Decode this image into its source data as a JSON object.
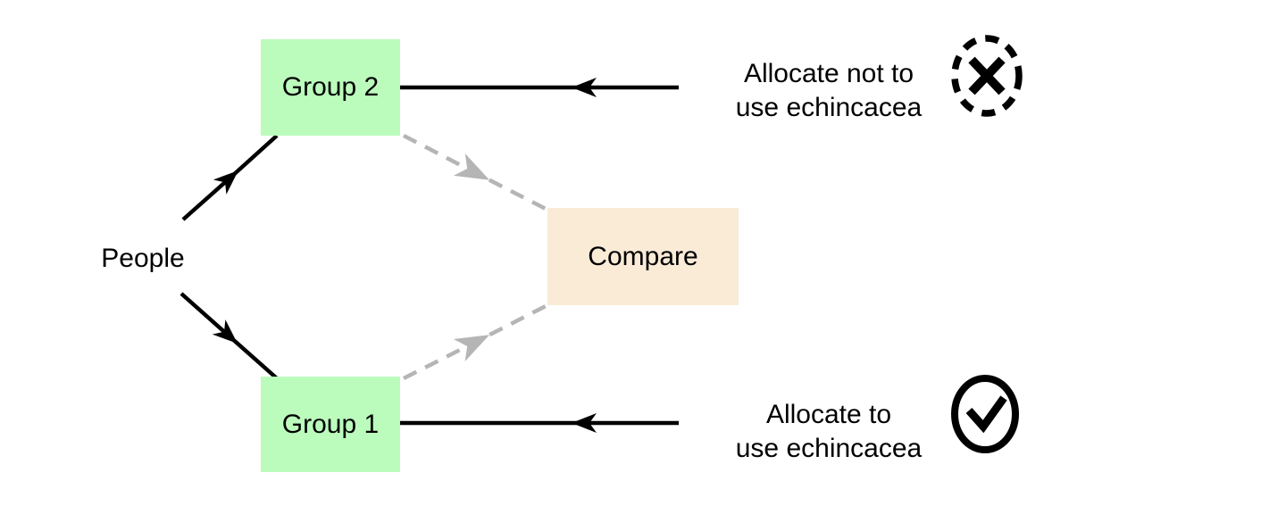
{
  "diagram": {
    "nodes": {
      "people": {
        "label": "People"
      },
      "group2": {
        "label": "Group 2"
      },
      "group1": {
        "label": "Group 1"
      },
      "compare": {
        "label": "Compare"
      }
    },
    "annotations": {
      "allocate_not": {
        "line1": "Allocate not to",
        "line2": "use echincacea",
        "icon": "dashed-circle-x-icon"
      },
      "allocate_to": {
        "line1": "Allocate to",
        "line2": "use echincacea",
        "icon": "circle-check-icon"
      }
    },
    "edges": [
      {
        "from": "people",
        "to": "group2",
        "style": "solid",
        "color": "#000000"
      },
      {
        "from": "people",
        "to": "group1",
        "style": "solid",
        "color": "#000000"
      },
      {
        "from": "allocate_not",
        "to": "group2",
        "style": "solid",
        "color": "#000000"
      },
      {
        "from": "allocate_to",
        "to": "group1",
        "style": "solid",
        "color": "#000000"
      },
      {
        "from": "group2",
        "to": "compare",
        "style": "dashed",
        "color": "#B5B5B5"
      },
      {
        "from": "group1",
        "to": "compare",
        "style": "dashed",
        "color": "#B5B5B5"
      }
    ],
    "colors": {
      "group_box": "#BBFCBD",
      "compare_box": "#FAEBD7",
      "line_black": "#000000",
      "line_gray": "#B5B5B5",
      "text": "#000000",
      "background": "#FFFFFF"
    }
  }
}
